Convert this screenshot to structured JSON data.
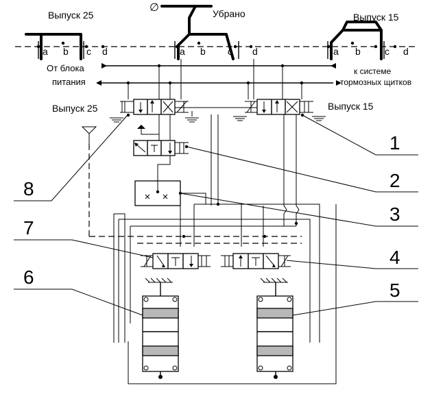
{
  "labels": {
    "vypusk25_top": "Выпуск 25",
    "ubrano": "Убрано",
    "vypusk15_top": "Выпуск 15",
    "power_line1": "От блока",
    "power_line2": "питания",
    "system_line1": "к системе",
    "system_line2": "тормозных щитков",
    "vypusk25_valve": "Выпуск 25",
    "vypusk15_valve": "Выпуск 15",
    "phi_symbol": "∅"
  },
  "switch_contacts": {
    "left": [
      "a",
      "b",
      "c",
      "d"
    ],
    "middle": [
      "a",
      "b",
      "c",
      "d"
    ],
    "right": [
      "a",
      "b",
      "c",
      "d"
    ]
  },
  "callouts": [
    "1",
    "2",
    "3",
    "4",
    "5",
    "6",
    "7",
    "8"
  ]
}
